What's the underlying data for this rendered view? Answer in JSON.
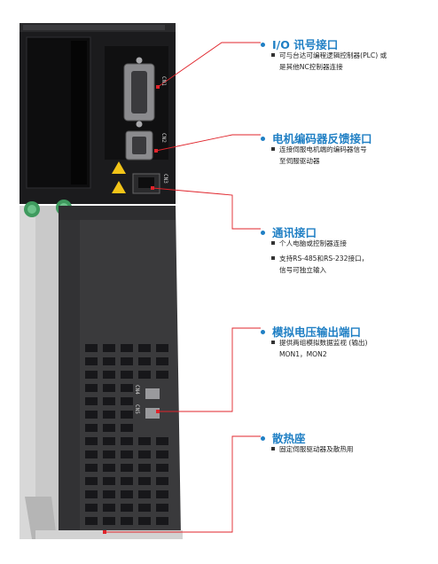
{
  "device": {
    "port_labels": [
      "CN1",
      "CN2",
      "CN3",
      "CN4",
      "CN5"
    ]
  },
  "callouts": [
    {
      "title": "I/O 讯号接口",
      "lines": [
        "可与台达可编程逻辑控制器(PLC) 或",
        "是其他NC控制器连接"
      ]
    },
    {
      "title": "电机编码器反馈接口",
      "lines": [
        "连接伺服电机端的编码器信号",
        "至伺服驱动器"
      ]
    },
    {
      "title": "通讯接口",
      "lines": [
        "个人电脑或控制器连接",
        "支持RS-485和RS-232接口，",
        "信号可独立输入"
      ]
    },
    {
      "title": "模拟电压输出端口",
      "lines": [
        "提供两组模拟数据监视 (输出)",
        "MON1，MON2"
      ]
    },
    {
      "title": "散热座",
      "lines": [
        "固定伺服驱动器及散热用"
      ]
    }
  ],
  "colors": {
    "accent": "#1f7fc4",
    "leader": "#e0242b",
    "body": "#3a3a3c",
    "heatsink": "#c9c9c9"
  }
}
